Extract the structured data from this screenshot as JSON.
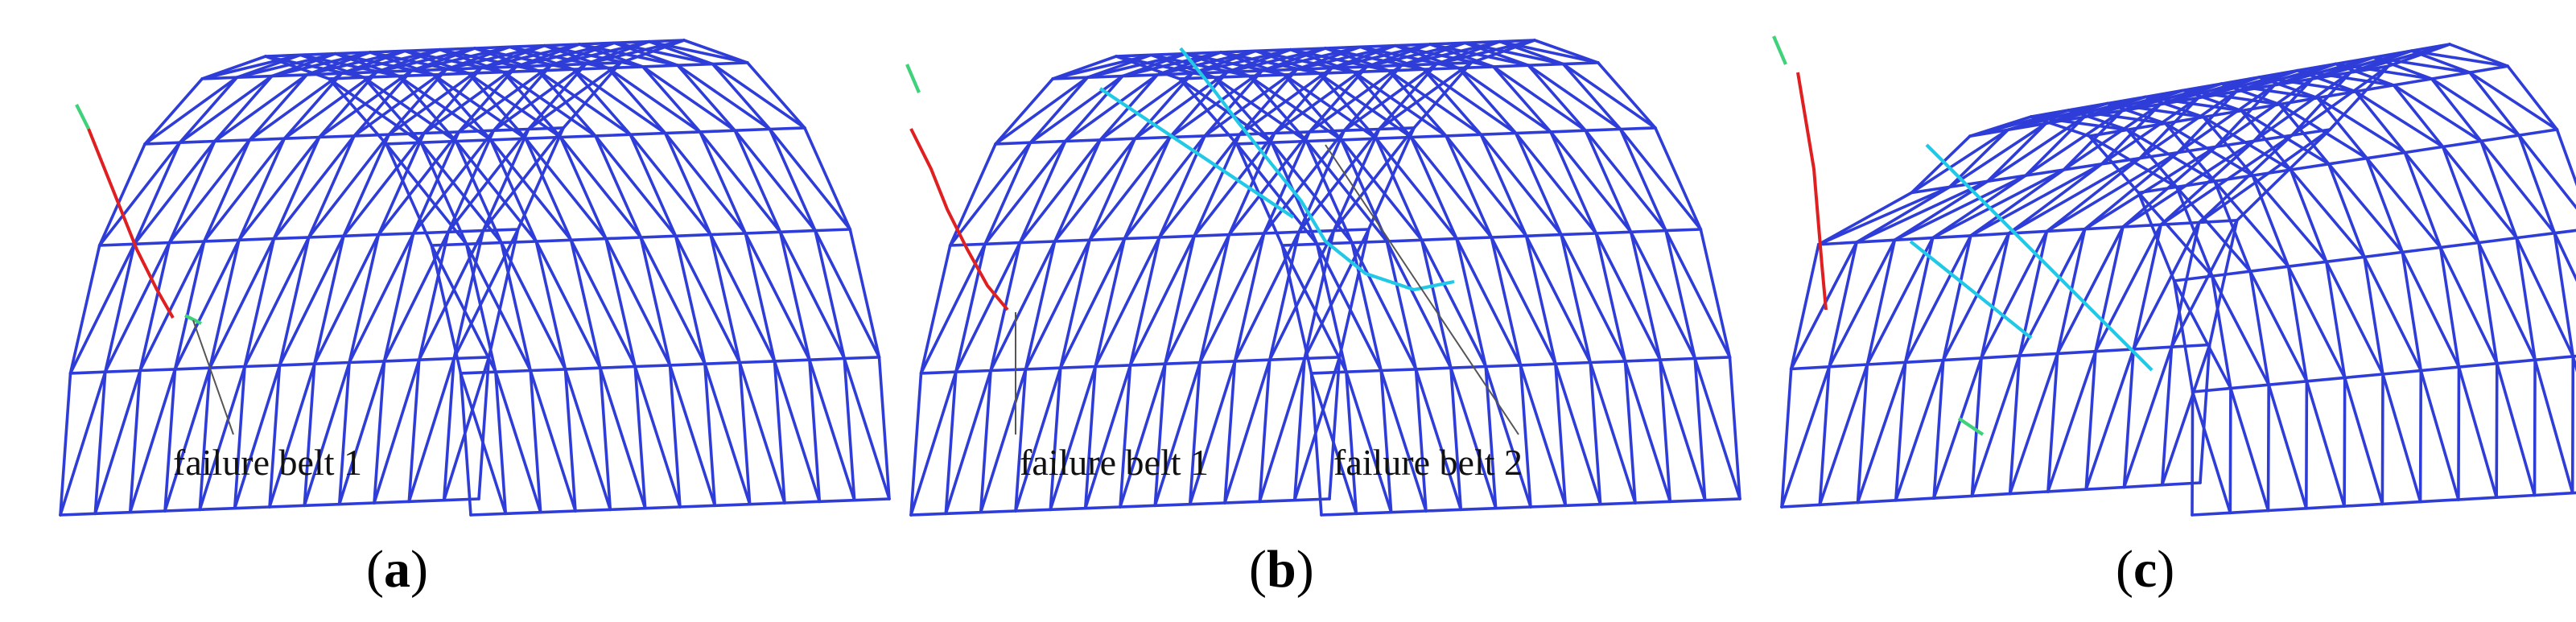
{
  "panels": [
    {
      "caption_open": "(",
      "caption_letter": "a",
      "caption_close": ")",
      "labels": [
        "failure belt 1"
      ]
    },
    {
      "caption_open": "(",
      "caption_letter": "b",
      "caption_close": ")",
      "labels": [
        "failure belt 1",
        "failure belt 2"
      ]
    },
    {
      "caption_open": "(",
      "caption_letter": "c",
      "caption_close": ")",
      "labels": []
    }
  ],
  "colors": {
    "member": "#2f3dd8",
    "stress_high": "#e02020",
    "stress_mid": "#22c9e6",
    "stress_low": "#3fd27a"
  }
}
